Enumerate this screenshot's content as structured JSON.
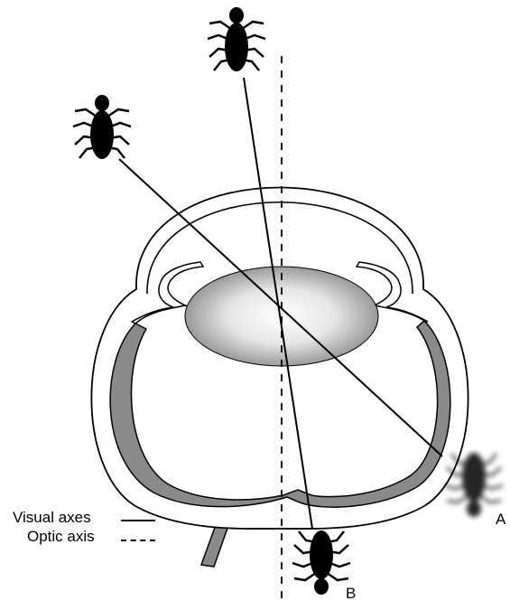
{
  "legend": {
    "visual_axes": "Visual axes",
    "optic_axis": "Optic axis"
  },
  "labels": {
    "a": "A",
    "b": "B"
  },
  "colors": {
    "retina": "#8a8a8a",
    "outline": "#000000",
    "lens_center": "#ffffff",
    "lens_edge": "#9a9a9a",
    "bug": "#000000"
  }
}
